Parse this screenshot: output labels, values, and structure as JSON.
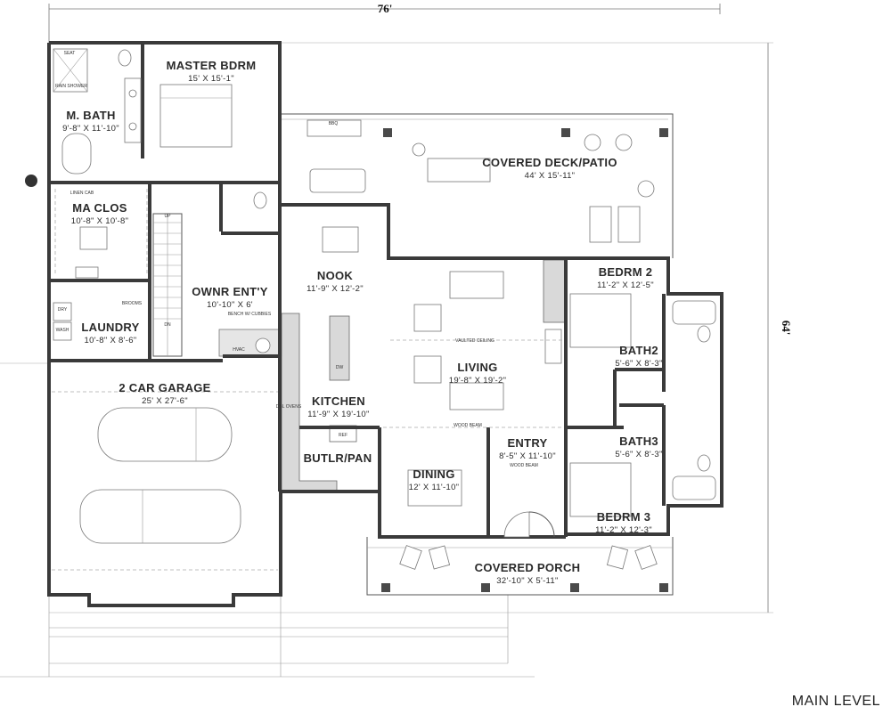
{
  "dimensions": {
    "width": "76'",
    "depth": "64'"
  },
  "level_label": "MAIN LEVEL",
  "rooms": {
    "master_bdrm": {
      "name": "MASTER BDRM",
      "size": "15' X 15'-1\""
    },
    "m_bath": {
      "name": "M. BATH",
      "size": "9'-8\" X 11'-10\""
    },
    "ma_clos": {
      "name": "MA CLOS",
      "size": "10'-8\" X 10'-8\""
    },
    "laundry": {
      "name": "LAUNDRY",
      "size": "10'-8\" X 8'-6\""
    },
    "ownr_enty": {
      "name": "OWNR ENT'Y",
      "size": "10'-10\" X 6'"
    },
    "garage": {
      "name": "2 CAR GARAGE",
      "size": "25' X 27'-6\""
    },
    "covered_deck": {
      "name": "COVERED DECK/PATIO",
      "size": "44' X 15'-11\""
    },
    "nook": {
      "name": "NOOK",
      "size": "11'-9\" X 12'-2\""
    },
    "kitchen": {
      "name": "KITCHEN",
      "size": "11'-9\" X 19'-10\""
    },
    "butlr_pan": {
      "name": "BUTLR/PAN",
      "size": ""
    },
    "living": {
      "name": "LIVING",
      "size": "19'-8\" X 19'-2\""
    },
    "dining": {
      "name": "DINING",
      "size": "12' X 11'-10\""
    },
    "entry": {
      "name": "ENTRY",
      "size": "8'-5\" X 11'-10\""
    },
    "bedrm2": {
      "name": "BEDRM 2",
      "size": "11'-2\" X 12'-5\""
    },
    "bath2": {
      "name": "BATH2",
      "size": "5'-6\" X 8'-3\""
    },
    "bath3": {
      "name": "BATH3",
      "size": "5'-6\" X 8'-3\""
    },
    "bedrm3": {
      "name": "BEDRM 3",
      "size": "11'-2\" X 12'-3\""
    },
    "covered_porch": {
      "name": "COVERED PORCH",
      "size": "32'-10\" X 5'-11\""
    }
  },
  "small_labels": {
    "seat": "SEAT",
    "rain_shower": "RAIN SHOWER",
    "linen_cab": "LINEN CAB",
    "brooms": "BROOMS",
    "bench": "BENCH W/ CUBBIES",
    "hvac": "HVAC",
    "dw": "DW",
    "ref": "REF",
    "dbl_oven": "DBL OVENS",
    "vaulted": "VAULTED CEILING",
    "wood_beam_living": "WOOD BEAM",
    "wood_beam_entry": "WOOD BEAM",
    "bbq": "BBQ",
    "up": "UP",
    "dn": "DN",
    "dry": "DRY",
    "wash": "WASH"
  },
  "colors": {
    "wall": "#3a3a3a",
    "counter_fill": "#d9d9d9",
    "background": "#ffffff"
  }
}
